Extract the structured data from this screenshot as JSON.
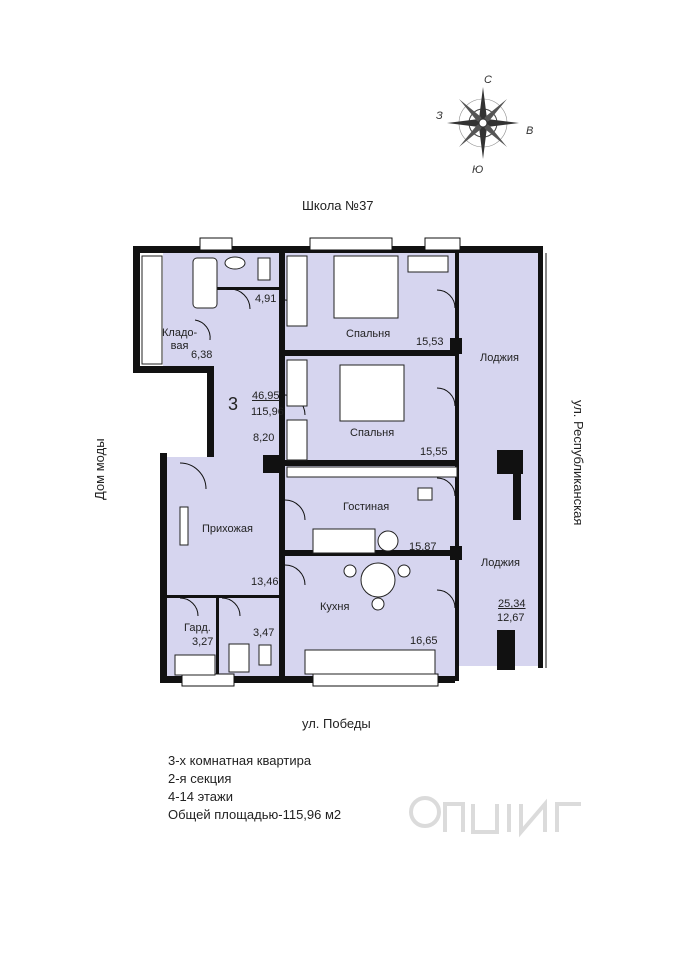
{
  "context": {
    "top": "Школа №37",
    "left": "Дом моды",
    "right": "ул. Республиканская",
    "bottom": "ул. Победы"
  },
  "compass": {
    "n": "С",
    "w": "З",
    "e": "В",
    "s": "Ю"
  },
  "summary": {
    "rooms_digit": "3",
    "living_area": "46,95",
    "total_area": "115,96"
  },
  "rooms": {
    "bathroom_area": "4,91",
    "storage_name": "Кладо-\nвая",
    "storage_area": "6,38",
    "bedroom1_name": "Спальня",
    "bedroom1_area": "15,53",
    "bedroom2_name": "Спальня",
    "bedroom2_area": "15,55",
    "corridor_area": "8,20",
    "loggia1_name": "Лоджия",
    "living_name": "Гостиная",
    "living_area": "15,87",
    "hall_name": "Прихожая",
    "hall_area": "13,46",
    "loggia2_name": "Лоджия",
    "loggia2_area_full": "25,34",
    "loggia2_area_reduced": "12,67",
    "kitchen_name": "Кухня",
    "kitchen_area": "16,65",
    "wardrobe_name": "Гард.",
    "wardrobe_area": "3,27",
    "wc_area": "3,47"
  },
  "info": {
    "line1": "3-х комнатная квартира",
    "line2": "2-я секция",
    "line3": "4-14 этажи",
    "line4": "Общей площадью-115,96 м2"
  },
  "colors": {
    "room_fill": "#d6d5ef",
    "wall": "#111111"
  }
}
